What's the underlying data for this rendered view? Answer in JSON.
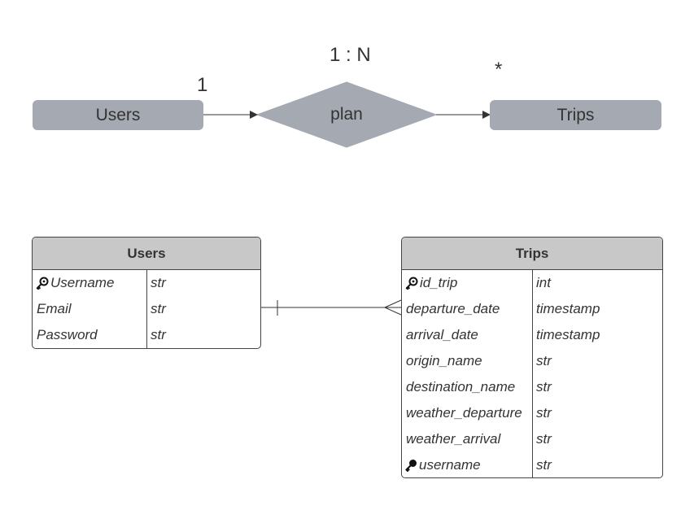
{
  "conceptual": {
    "entity_left": "Users",
    "relationship": "plan",
    "entity_right": "Trips",
    "ratio": "1 : N",
    "left_cardinality": "1",
    "right_cardinality": "*"
  },
  "tables": {
    "users": {
      "title": "Users",
      "rows": [
        {
          "name": "Username",
          "type": "str",
          "key": "primary"
        },
        {
          "name": "Email",
          "type": "str",
          "key": ""
        },
        {
          "name": "Password",
          "type": "str",
          "key": ""
        }
      ]
    },
    "trips": {
      "title": "Trips",
      "rows": [
        {
          "name": "id_trip",
          "type": "int",
          "key": "primary"
        },
        {
          "name": "departure_date",
          "type": "timestamp",
          "key": ""
        },
        {
          "name": "arrival_date",
          "type": "timestamp",
          "key": ""
        },
        {
          "name": "origin_name",
          "type": "str",
          "key": ""
        },
        {
          "name": "destination_name",
          "type": "str",
          "key": ""
        },
        {
          "name": "weather_departure",
          "type": "str",
          "key": ""
        },
        {
          "name": "weather_arrival",
          "type": "str",
          "key": ""
        },
        {
          "name": "username",
          "type": "str",
          "key": "foreign"
        }
      ]
    }
  },
  "colors": {
    "entity_fill": "#a5a9b1",
    "header_fill": "#c8c8c8",
    "line": "#333333"
  },
  "icons": {
    "primary_key": "key-icon",
    "foreign_key": "foreign-key-icon"
  }
}
